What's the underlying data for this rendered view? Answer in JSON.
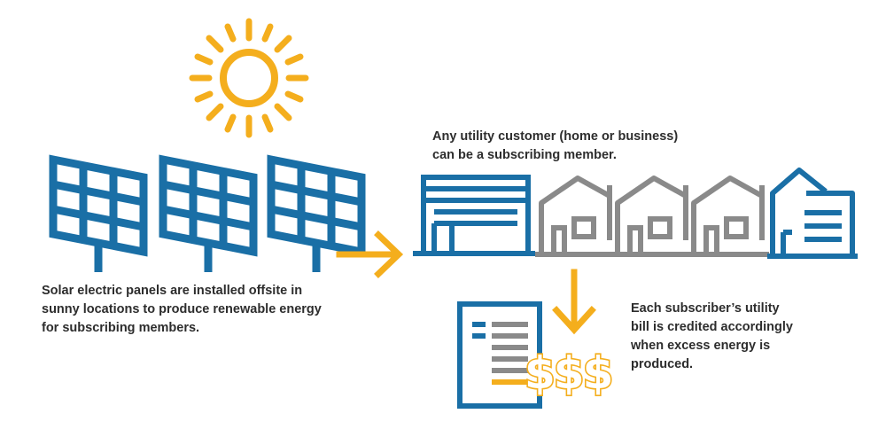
{
  "captions": {
    "panels": [
      "Solar electric panels are installed offsite in",
      "sunny locations to produce renewable energy",
      "for subscribing members."
    ],
    "customers": [
      "Any utility customer (home or business)",
      "can be a subscribing member."
    ],
    "bill": [
      "Each subscriber’s utility",
      "bill is credited accordingly",
      "when excess energy is",
      "produced."
    ]
  },
  "dollar_signs": "$$$",
  "colors": {
    "sun": "#f4ae1d",
    "blue": "#1a6fa6",
    "gray": "#8a8a8a",
    "text": "#2d2d2d"
  },
  "icons": [
    "sun-icon",
    "solar-panel-icon",
    "arrow-right-icon",
    "arrow-down-icon",
    "office-building-icon",
    "house-icon",
    "bill-document-icon",
    "dollar-signs-icon"
  ]
}
